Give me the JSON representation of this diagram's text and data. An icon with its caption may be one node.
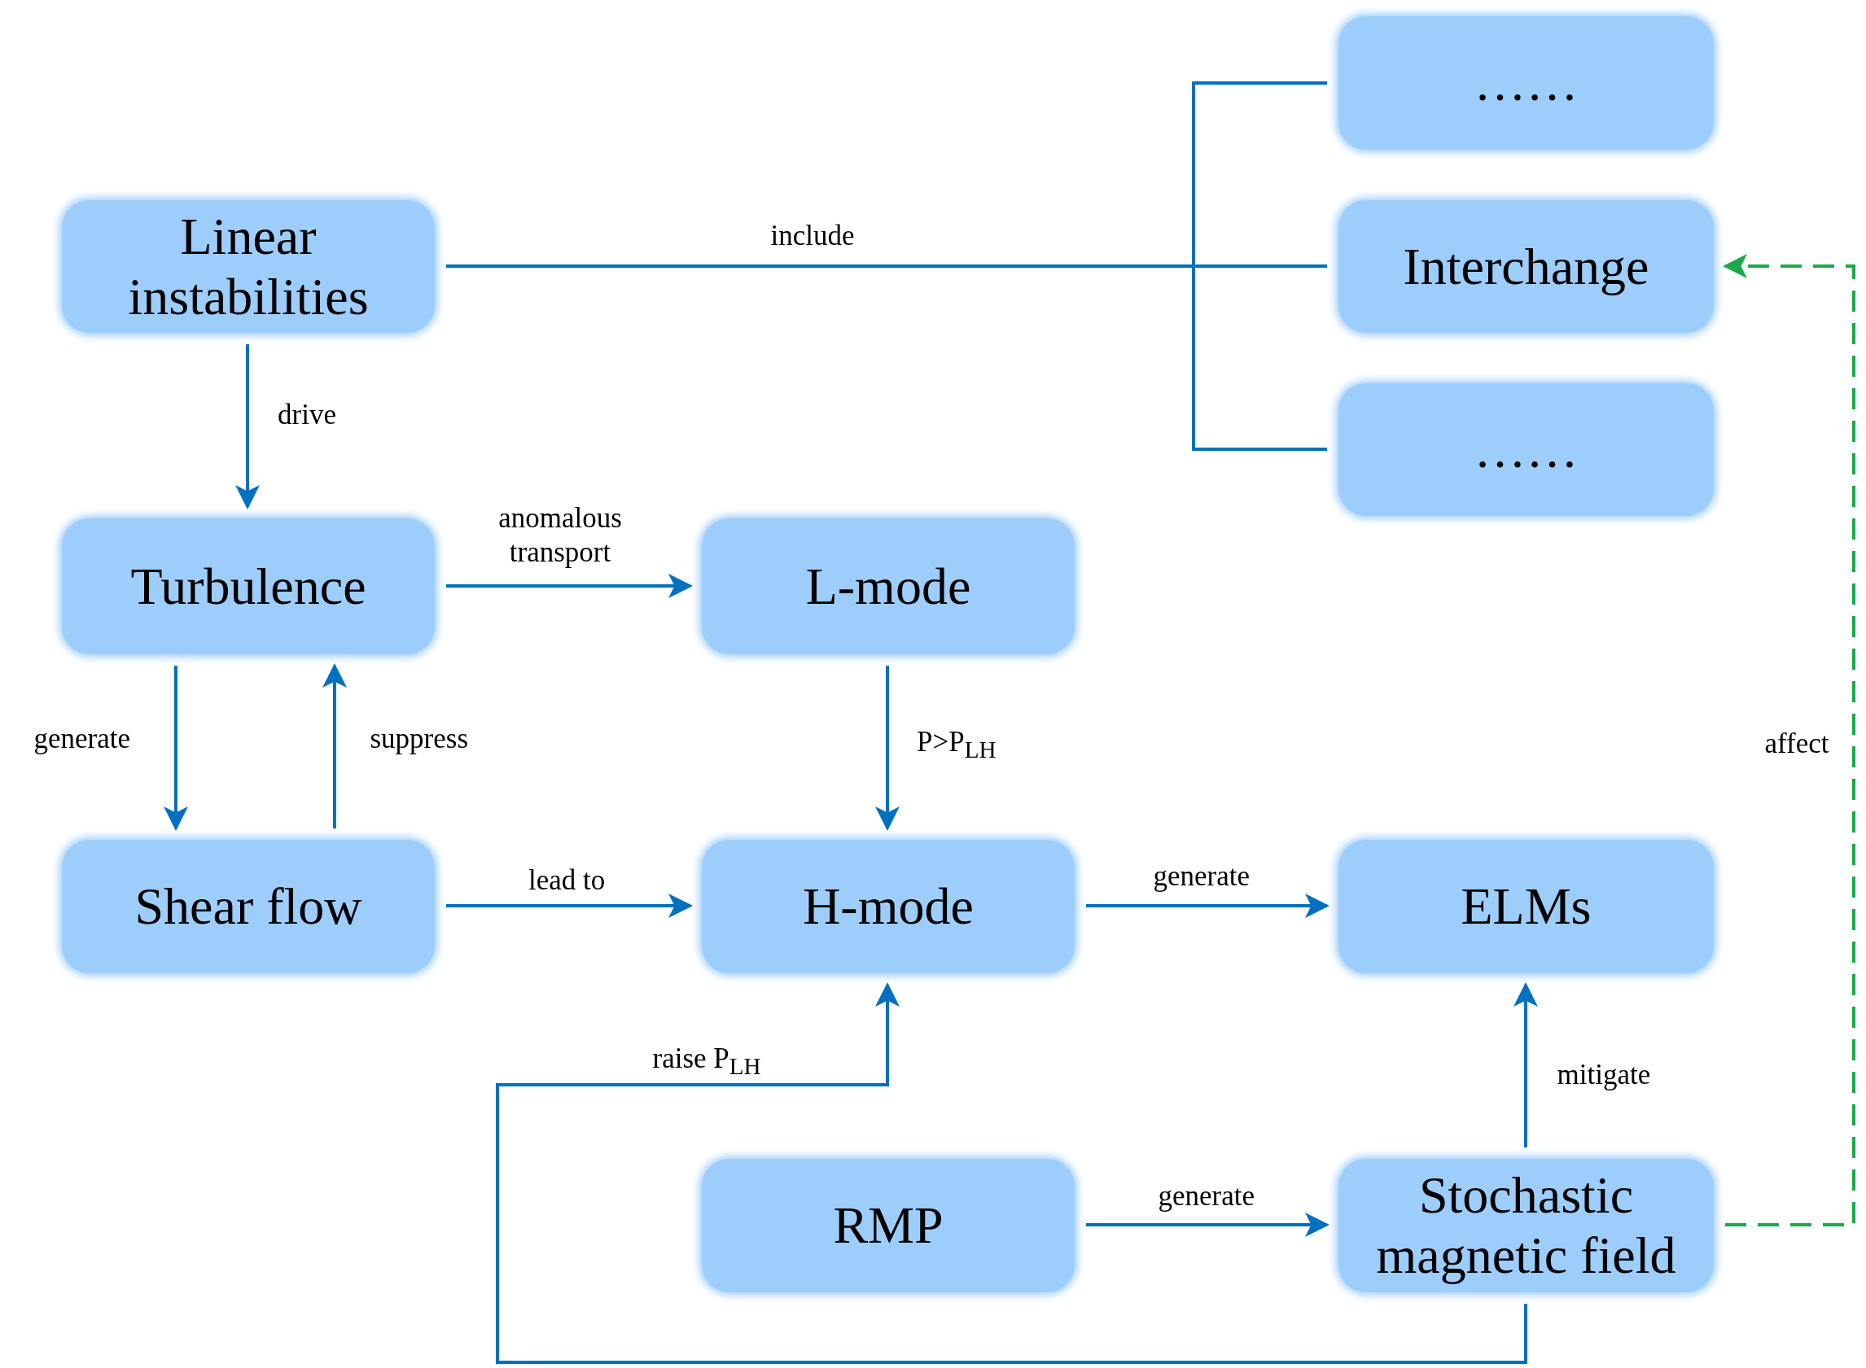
{
  "diagram": {
    "nodes": [
      {
        "text": [
          "Linear instabilities"
        ]
      },
      {
        "text": [
          "……"
        ]
      },
      {
        "text": [
          "Interchange"
        ]
      },
      {
        "text": [
          "……"
        ]
      },
      {
        "text": [
          "Turbulence"
        ]
      },
      {
        "text": [
          "L-mode"
        ]
      },
      {
        "text": [
          "Shear flow"
        ]
      },
      {
        "text": [
          "H-mode"
        ]
      },
      {
        "text": [
          "ELMs"
        ]
      },
      {
        "text": [
          "RMP"
        ]
      },
      {
        "text": [
          "Stochastic magnetic field"
        ]
      }
    ],
    "edges": [
      {
        "from": 0,
        "to": 1,
        "arrow": "none"
      },
      {
        "from": 0,
        "to": 2,
        "arrow": "none",
        "label": "include"
      },
      {
        "from": 0,
        "to": 3,
        "arrow": "none"
      },
      {
        "from": 0,
        "to": 4,
        "arrow": "to",
        "label": "drive"
      },
      {
        "from": 4,
        "to": 5,
        "arrow": "to",
        "label": "anomalous transport"
      },
      {
        "from": 4,
        "to": 6,
        "arrow": "to",
        "label": "generate"
      },
      {
        "from": 6,
        "to": 4,
        "arrow": "to",
        "label": "suppress"
      },
      {
        "from": 5,
        "to": 7,
        "arrow": "to",
        "label": "P>P$_{LH}$"
      },
      {
        "from": 6,
        "to": 7,
        "arrow": "to",
        "label": "lead to"
      },
      {
        "from": 7,
        "to": 8,
        "arrow": "to",
        "label": "generate"
      },
      {
        "from": 10,
        "to": 8,
        "arrow": "to",
        "label": "mitigate"
      },
      {
        "from": 9,
        "to": 10,
        "arrow": "to",
        "label": "generate"
      },
      {
        "from": 10,
        "to": 7,
        "arrow": "to",
        "label": "raise P$_{LH}$"
      },
      {
        "from": 10,
        "to": 2,
        "arrow": "to",
        "label": "affect",
        "style": "dashed",
        "color": "#1aaa4a"
      }
    ]
  }
}
